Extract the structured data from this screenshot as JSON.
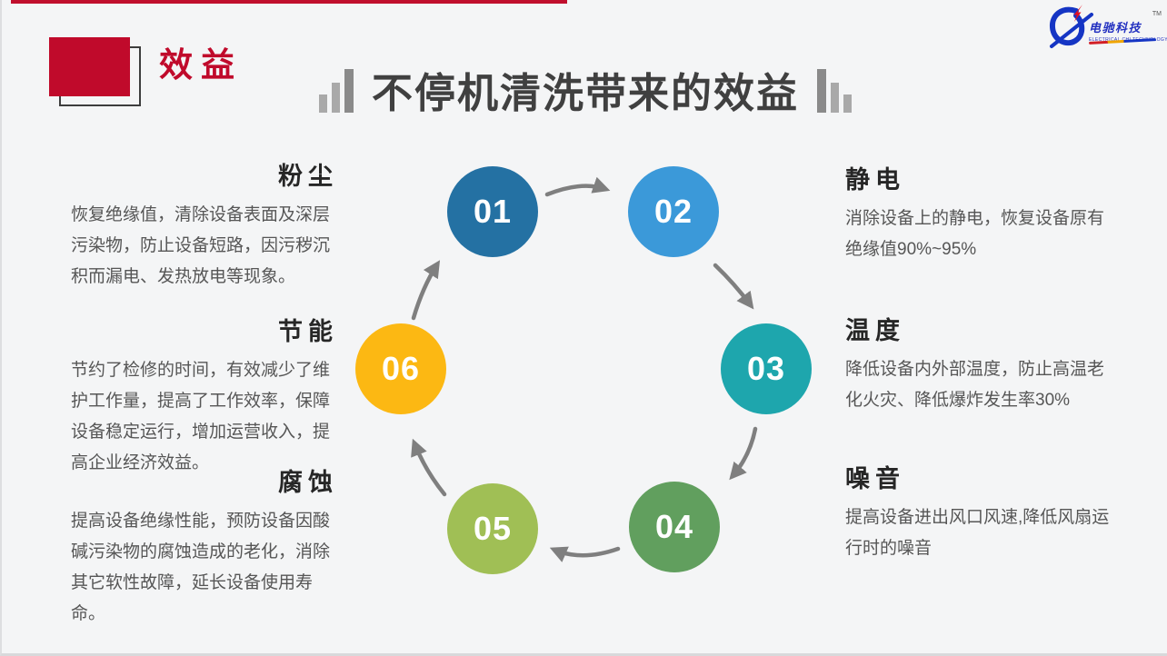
{
  "slide": {
    "header": {
      "title": "效益"
    },
    "main_title": "不停机清洗带来的效益",
    "logo": {
      "name": "电驰科技",
      "subtitle": "ELECTRICAL CHI TECHNOLOGY",
      "tm": "TM"
    },
    "cycle": {
      "steps": [
        {
          "number": "01",
          "color": "#2471a3",
          "label": "粉尘"
        },
        {
          "number": "02",
          "color": "#3b99d9",
          "label": "静电"
        },
        {
          "number": "03",
          "color": "#1ea6ad",
          "label": "温度"
        },
        {
          "number": "04",
          "color": "#619f5e",
          "label": "噪音"
        },
        {
          "number": "05",
          "color": "#a0bf55",
          "label": "腐蚀"
        },
        {
          "number": "06",
          "color": "#fcb813",
          "label": "节能"
        }
      ]
    },
    "benefits_left": [
      {
        "title": "粉尘",
        "body": "恢复绝缘值，清除设备表面及深层污染物，防止设备短路，因污秽沉积而漏电、发热放电等现象。"
      },
      {
        "title": "节能",
        "body": "节约了检修的时间，有效减少了维护工作量，提高了工作效率，保障设备稳定运行，增加运营收入，提高企业经济效益。"
      },
      {
        "title": "腐蚀",
        "body": "提高设备绝缘性能，预防设备因酸碱污染物的腐蚀造成的老化，消除其它软性故障，延长设备使用寿命。"
      }
    ],
    "benefits_right": [
      {
        "title": "静电",
        "body": "消除设备上的静电，恢复设备原有绝缘值90%~95%"
      },
      {
        "title": "温度",
        "body": "降低设备内外部温度，防止高温老化火灾、降低爆炸发生率30%"
      },
      {
        "title": "噪音",
        "body": "提高设备进出风口风速,降低风扇运行时的噪音"
      }
    ],
    "colors": {
      "accent_red": "#c00a2b",
      "title_gray": "#404040",
      "body_gray": "#565656",
      "arrow_gray": "#7f7f7f",
      "background": "#f4f5f6"
    }
  }
}
